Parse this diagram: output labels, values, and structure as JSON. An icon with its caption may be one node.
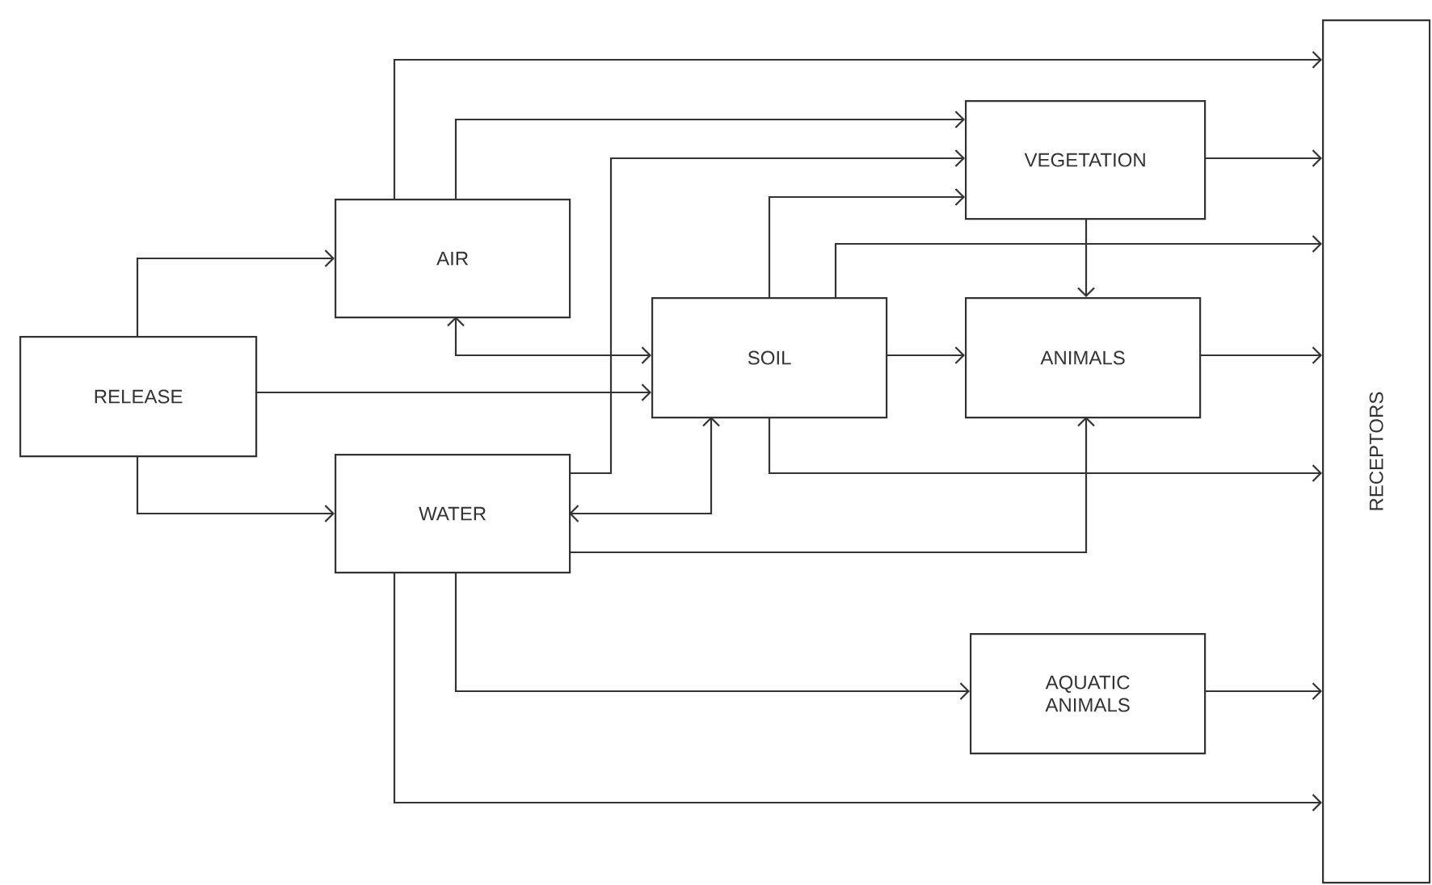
{
  "diagram": {
    "nodes": [
      {
        "text": [
          "RELEASE"
        ]
      },
      {
        "text": [
          "AIR"
        ]
      },
      {
        "text": [
          "WATER"
        ]
      },
      {
        "text": [
          "SOIL"
        ]
      },
      {
        "text": [
          "VEGETATION"
        ]
      },
      {
        "text": [
          "ANIMALS"
        ]
      },
      {
        "text": [
          "AQUATIC ANIMALS"
        ]
      },
      {
        "text": [
          "RECEPTORS"
        ]
      }
    ],
    "edges": [
      {
        "from": 0,
        "to": 1,
        "arrow": "to"
      },
      {
        "from": 0,
        "to": 3,
        "arrow": "to"
      },
      {
        "from": 0,
        "to": 2,
        "arrow": "to"
      },
      {
        "from": 1,
        "to": 7,
        "arrow": "to"
      },
      {
        "from": 1,
        "to": 4,
        "arrow": "to"
      },
      {
        "from": 1,
        "to": 3,
        "arrow": "both"
      },
      {
        "from": 2,
        "to": 4,
        "arrow": "to"
      },
      {
        "from": 2,
        "to": 3,
        "arrow": "both"
      },
      {
        "from": 2,
        "to": 5,
        "arrow": "to"
      },
      {
        "from": 2,
        "to": 6,
        "arrow": "to"
      },
      {
        "from": 2,
        "to": 7,
        "arrow": "to"
      },
      {
        "from": 3,
        "to": 4,
        "arrow": "to"
      },
      {
        "from": 3,
        "to": 7,
        "arrow": "to"
      },
      {
        "from": 3,
        "to": 5,
        "arrow": "to"
      },
      {
        "from": 3,
        "to": 7,
        "arrow": "to"
      },
      {
        "from": 4,
        "to": 5,
        "arrow": "to"
      },
      {
        "from": 4,
        "to": 7,
        "arrow": "to"
      },
      {
        "from": 5,
        "to": 7,
        "arrow": "to"
      },
      {
        "from": 6,
        "to": 7,
        "arrow": "to"
      }
    ]
  }
}
